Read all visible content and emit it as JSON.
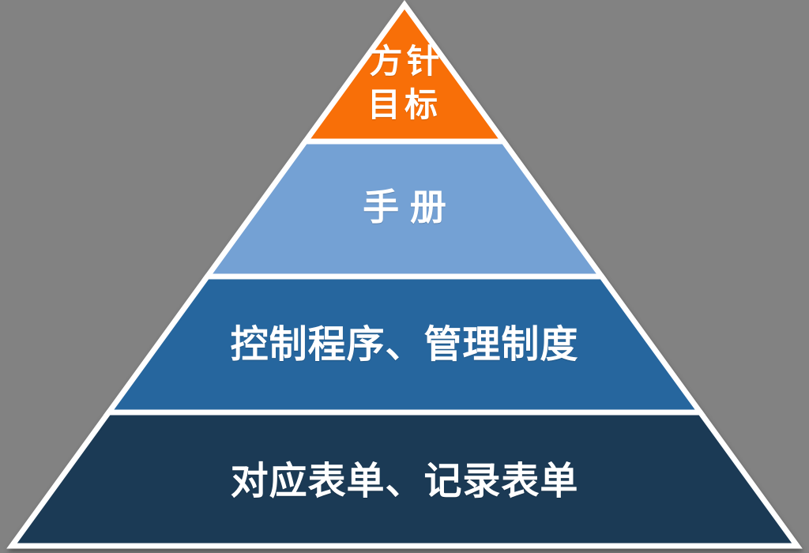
{
  "canvas": {
    "background_color": "#828282",
    "outline_color": "#FFFFFF",
    "text_color": "#FFFFFF"
  },
  "pyramid": {
    "type": "pyramid-diagram",
    "level_count": 4,
    "levels": [
      {
        "id": "level-1",
        "label": "方针\n目标",
        "fill": "#F86F08"
      },
      {
        "id": "level-2",
        "label": "手册",
        "fill": "#74A1D4"
      },
      {
        "id": "level-3",
        "label": "控制程序、管理制度",
        "fill": "#26669E"
      },
      {
        "id": "level-4",
        "label": "对应表单、记录表单",
        "fill": "#1B3A55"
      }
    ]
  }
}
